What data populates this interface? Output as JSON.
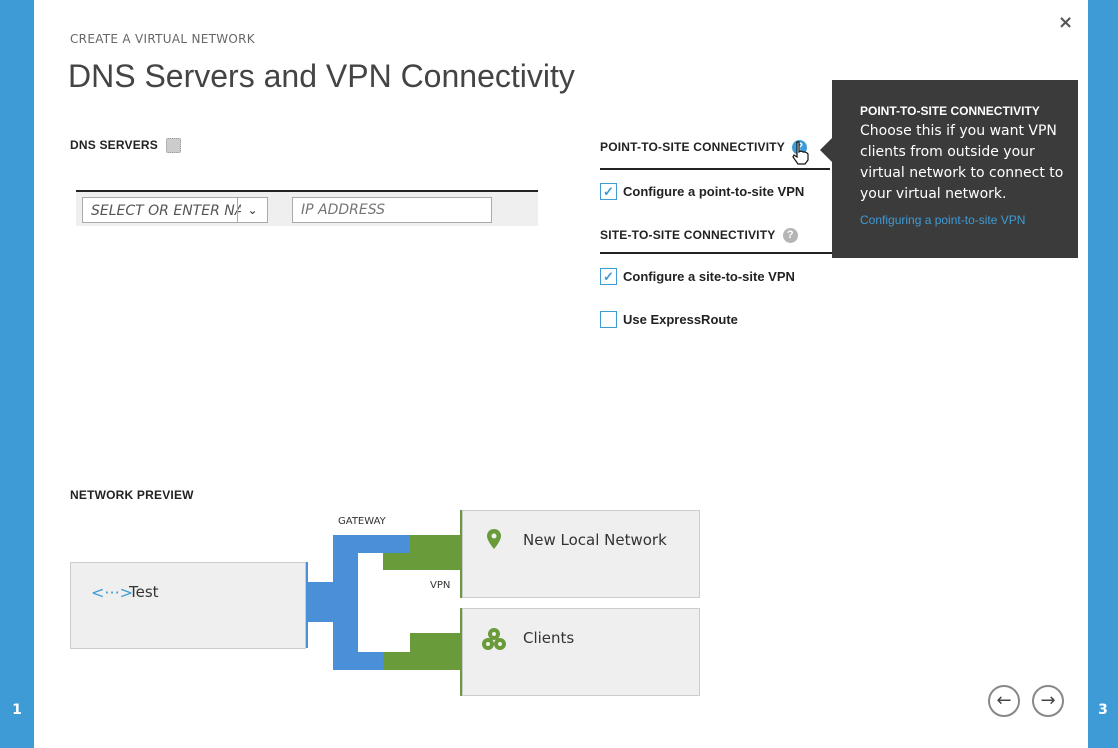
{
  "wizard": {
    "step_left": "1",
    "step_right": "3",
    "eyebrow": "CREATE A VIRTUAL NETWORK",
    "title": "DNS Servers and VPN Connectivity",
    "close_glyph": "×"
  },
  "dns": {
    "label": "DNS SERVERS",
    "select_placeholder": "SELECT OR ENTER NAI",
    "ip_placeholder": "IP ADDRESS"
  },
  "connectivity": {
    "p2s_label": "POINT-TO-SITE CONNECTIVITY",
    "p2s_checkbox_label": "Configure a point-to-site VPN",
    "p2s_checked": true,
    "s2s_label": "SITE-TO-SITE CONNECTIVITY",
    "s2s_checkbox_label": "Configure a site-to-site VPN",
    "s2s_checked": true,
    "expressroute_label": "Use ExpressRoute",
    "expressroute_checked": false
  },
  "tooltip": {
    "title": "POINT-TO-SITE CONNECTIVITY",
    "body": "Choose this if you want VPN clients from outside your virtual network to connect to your virtual network.",
    "link": "Configuring a point-to-site VPN"
  },
  "preview": {
    "label": "NETWORK PREVIEW",
    "vnet_name": "Test",
    "gateway_label": "GATEWAY",
    "vpn_label": "VPN",
    "local_network": "New Local Network",
    "clients": "Clients",
    "colors": {
      "blue": "#4a90d9",
      "green": "#6a9b3a"
    }
  },
  "nav": {
    "back_glyph": "←",
    "next_glyph": "→"
  }
}
